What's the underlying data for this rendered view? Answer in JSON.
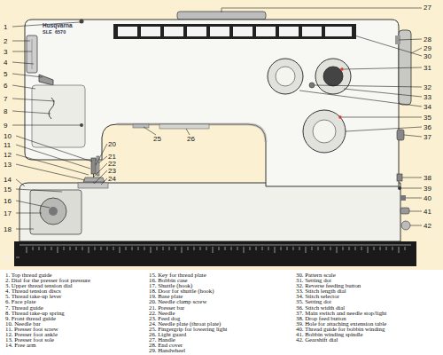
{
  "diagram": {
    "labels": [
      "Husqvarna",
      "SLE",
      "6570",
      "1",
      "2",
      "3",
      "4",
      "5",
      "6",
      "7",
      "8",
      "9",
      "10",
      "11",
      "12",
      "13",
      "14",
      "15",
      "16",
      "17",
      "18",
      "19",
      "20",
      "21",
      "22",
      "23",
      "24",
      "25",
      "26",
      "27",
      "28",
      "29",
      "30",
      "31",
      "32",
      "33",
      "34",
      "35",
      "36",
      "37",
      "38",
      "39",
      "40",
      "41",
      "42",
      "1. Top thread guide",
      "2. Dial for the presser foot pressure",
      "3. Upper thread tension dial",
      "4. Thread tension discs",
      "5. Thread take-up lever",
      "6. Face plate",
      "7. Thread guide",
      "8. Thread take-up spring",
      "9. Front thread guide",
      "10. Needle bar",
      "11. Presser foot screw",
      "12. Presser foot ankle",
      "13. Presser foot sole",
      "14. Free arm",
      "15. Key for thread plate",
      "16. Bobbin case",
      "17. Shuttle (hook)",
      "18. Door for shuttle (hook)",
      "19. Base plate",
      "20. Needle clamp screw",
      "21. Presser bar",
      "22. Needle",
      "23. Feed dog",
      "24. Needle plate (throat plate)",
      "25. Fingergrip for lowering light",
      "26. Light guard",
      "27. Handle",
      "28. End cover",
      "29. Handwheel",
      "30. Pattern scale",
      "31. Setting dot",
      "32. Reverse feeding button",
      "33. Stitch length dial",
      "34. Stitch selector",
      "35. Setting dot",
      "36. Stitch width dial",
      "37. Main switch and needle stop/light",
      "38. Drop feed button",
      "39. Hole for attaching extension table",
      "40. Thread guide for bobbin winding",
      "41. Bobbin winding spindle",
      "42. Gearshift dial"
    ]
  }
}
